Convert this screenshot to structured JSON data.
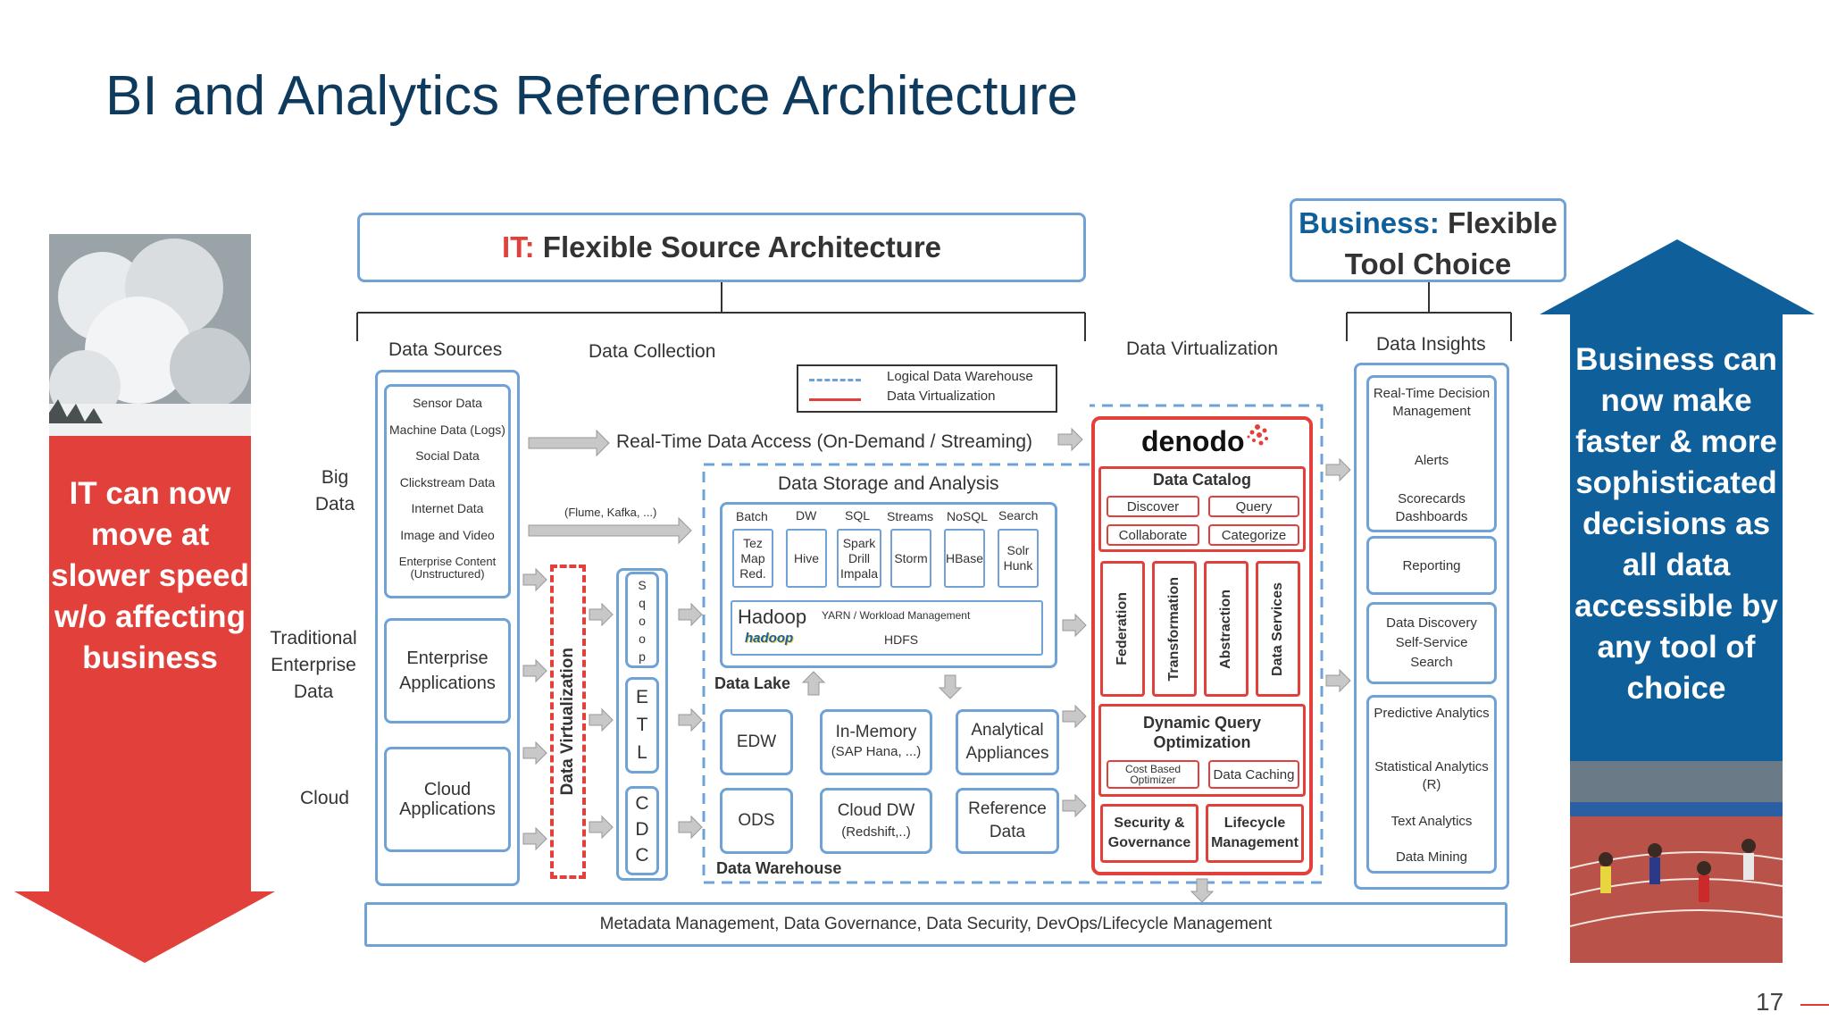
{
  "title": "BI and Analytics Reference Architecture",
  "page_number": "17",
  "left_arrow": {
    "text": "IT can now move at slower speed w/o affecting business"
  },
  "right_arrow": {
    "text": "Business can now make faster & more sophisticated decisions as all data accessible by any tool of choice"
  },
  "it_header": {
    "prefix": "IT:",
    "text": "Flexible Source Architecture"
  },
  "biz_header": {
    "prefix": "Business:",
    "text1": "Flexible",
    "text2": "Tool Choice"
  },
  "section_labels": {
    "data_sources": "Data Sources",
    "data_collection": "Data Collection",
    "data_virtualization": "Data Virtualization",
    "data_insights": "Data Insights"
  },
  "row_labels": {
    "big_data": "Big Data",
    "traditional": "Traditional Enterprise Data",
    "cloud": "Cloud"
  },
  "legend": {
    "logical": "Logical Data Warehouse",
    "virt": "Data Virtualization"
  },
  "big_data_sources": [
    "Sensor Data",
    "Machine Data (Logs)",
    "Social Data",
    "Clickstream Data",
    "Internet Data",
    "Image and Video",
    "Enterprise Content (Unstructured)"
  ],
  "enterprise_apps": "Enterprise Applications",
  "cloud_apps": "Cloud Applications",
  "realtime": "Real-Time Data Access (On-Demand / Streaming)",
  "flume": "(Flume, Kafka, ...)",
  "dv_vertical": "Data Virtualization",
  "sqoop": [
    "S",
    "q",
    "o",
    "o",
    "p"
  ],
  "etl": [
    "E",
    "T",
    "L"
  ],
  "cdc": [
    "C",
    "D",
    "C"
  ],
  "storage": {
    "title": "Data Storage and Analysis",
    "headers": [
      "Batch",
      "DW",
      "SQL",
      "Streams",
      "NoSQL",
      "Search"
    ],
    "tez": "Tez Map Red.",
    "hive": "Hive",
    "spark": "Spark Drill Impala",
    "storm": "Storm",
    "hbase": "HBase",
    "solr": "Solr Hunk",
    "hadoop": "Hadoop",
    "yarn": "YARN / Workload Management",
    "hdfs": "HDFS",
    "hadoop_logo": "hadoop",
    "data_lake": "Data Lake",
    "edw": "EDW",
    "inmemory": "In-Memory",
    "inmemory_sub": "(SAP Hana, ...)",
    "analytical": "Analytical Appliances",
    "ods": "ODS",
    "clouddw": "Cloud DW",
    "clouddw_sub": "(Redshift,..)",
    "reference": "Reference Data",
    "data_warehouse": "Data Warehouse"
  },
  "denodo": {
    "logo": "denodo",
    "catalog": "Data Catalog",
    "discover": "Discover",
    "query": "Query",
    "collaborate": "Collaborate",
    "categorize": "Categorize",
    "federation": "Federation",
    "transformation": "Transformation",
    "abstraction": "Abstraction",
    "data_services": "Data Services",
    "dqo": "Dynamic Query Optimization",
    "cost": "Cost Based Optimizer",
    "caching": "Data Caching",
    "security": "Security & Governance",
    "lifecycle": "Lifecycle Management"
  },
  "insights": {
    "group1": [
      "Real-Time Decision Management",
      "Alerts",
      "Scorecards Dashboards"
    ],
    "reporting": "Reporting",
    "group3": "Data Discovery Self-Service Search",
    "group4": [
      "Predictive Analytics",
      "Statistical Analytics (R)",
      "Text Analytics",
      "Data Mining"
    ]
  },
  "metadata": "Metadata Management, Data Governance, Data Security, DevOps/Lifecycle Management",
  "colors": {
    "red": "#e2403a",
    "navy": "#0f5f9b",
    "title": "#0e3a5e",
    "box_blue": "#6fa3d6"
  }
}
